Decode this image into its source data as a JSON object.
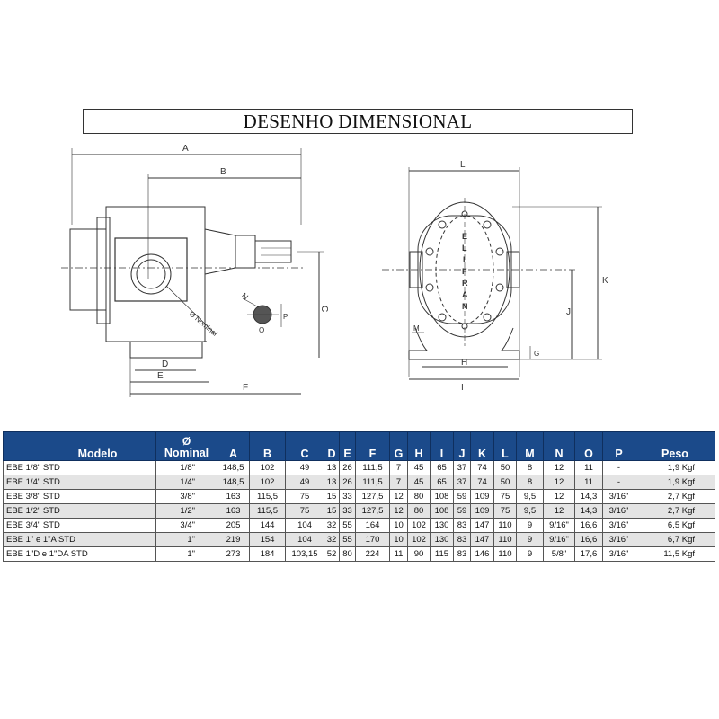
{
  "title": "DESENHO DIMENSIONAL",
  "drawing": {
    "front_labels": {
      "A": "A",
      "B": "B",
      "C": "C",
      "D": "D",
      "E": "E",
      "F": "F",
      "N": "N",
      "O": "O",
      "P": "P",
      "nominal": "Ø Nominal"
    },
    "side_labels": {
      "L": "L",
      "K": "K",
      "J": "J",
      "M": "M",
      "G": "G",
      "H": "H",
      "I": "I"
    },
    "brand_letters": [
      "E",
      "L",
      "I",
      "F",
      "R",
      "A",
      "N"
    ]
  },
  "table": {
    "headers": {
      "modelo": "Modelo",
      "nominal_symbol": "Ø",
      "nominal_text": "Nominal",
      "cols": [
        "A",
        "B",
        "C",
        "D",
        "E",
        "F",
        "G",
        "H",
        "I",
        "J",
        "K",
        "L",
        "M",
        "N",
        "O",
        "P"
      ],
      "peso": "Peso"
    },
    "rows": [
      {
        "model": "EBE 1/8\" STD",
        "nominal": "1/8\"",
        "vals": [
          "148,5",
          "102",
          "49",
          "13",
          "26",
          "111,5",
          "7",
          "45",
          "65",
          "37",
          "74",
          "50",
          "8",
          "12",
          "11",
          "-"
        ],
        "peso": "1,9 Kgf"
      },
      {
        "model": "EBE 1/4\" STD",
        "nominal": "1/4\"",
        "vals": [
          "148,5",
          "102",
          "49",
          "13",
          "26",
          "111,5",
          "7",
          "45",
          "65",
          "37",
          "74",
          "50",
          "8",
          "12",
          "11",
          "-"
        ],
        "peso": "1,9 Kgf"
      },
      {
        "model": "EBE 3/8\" STD",
        "nominal": "3/8\"",
        "vals": [
          "163",
          "115,5",
          "75",
          "15",
          "33",
          "127,5",
          "12",
          "80",
          "108",
          "59",
          "109",
          "75",
          "9,5",
          "12",
          "14,3",
          "3/16\""
        ],
        "peso": "2,7 Kgf"
      },
      {
        "model": "EBE 1/2\" STD",
        "nominal": "1/2\"",
        "vals": [
          "163",
          "115,5",
          "75",
          "15",
          "33",
          "127,5",
          "12",
          "80",
          "108",
          "59",
          "109",
          "75",
          "9,5",
          "12",
          "14,3",
          "3/16\""
        ],
        "peso": "2,7 Kgf"
      },
      {
        "model": "EBE 3/4\" STD",
        "nominal": "3/4\"",
        "vals": [
          "205",
          "144",
          "104",
          "32",
          "55",
          "164",
          "10",
          "102",
          "130",
          "83",
          "147",
          "110",
          "9",
          "9/16\"",
          "16,6",
          "3/16\""
        ],
        "peso": "6,5 Kgf"
      },
      {
        "model": "EBE 1\" e 1\"A  STD",
        "nominal": "1\"",
        "vals": [
          "219",
          "154",
          "104",
          "32",
          "55",
          "170",
          "10",
          "102",
          "130",
          "83",
          "147",
          "110",
          "9",
          "9/16\"",
          "16,6",
          "3/16\""
        ],
        "peso": "6,7 Kgf"
      },
      {
        "model": "EBE 1\"D e 1\"DA  STD",
        "nominal": "1\"",
        "vals": [
          "273",
          "184",
          "103,15",
          "52",
          "80",
          "224",
          "11",
          "90",
          "115",
          "83",
          "146",
          "110",
          "9",
          "5/8\"",
          "17,6",
          "3/16\""
        ],
        "peso": "11,5 Kgf"
      }
    ]
  }
}
